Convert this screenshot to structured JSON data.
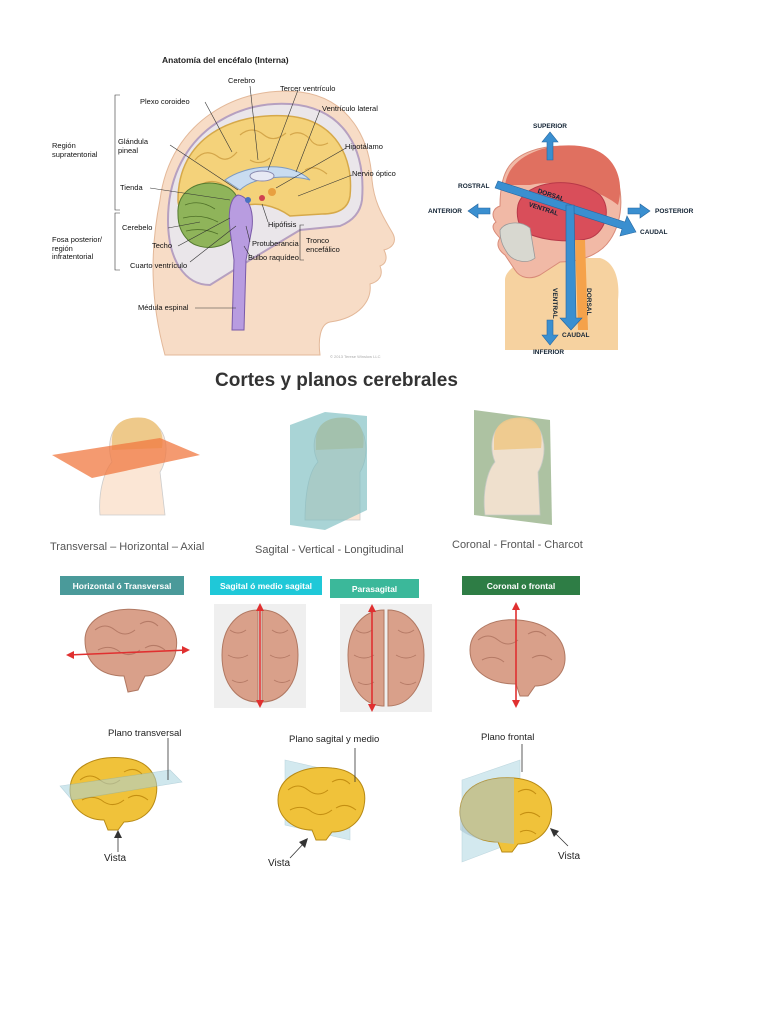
{
  "anatomy": {
    "title": "Anatomía del encéfalo (Interna)",
    "labels": {
      "cerebro": "Cerebro",
      "tercer_ventriculo": "Tercer ventrículo",
      "plexo_coroideo": "Plexo coroideo",
      "ventriculo_lateral": "Ventrículo lateral",
      "glandula_pineal": "Glándula\npineal",
      "region_supratentorial": "Región\nsupratentorial",
      "hipotalamo": "Hipotálamo",
      "nervio_optico": "Nervio óptico",
      "tienda": "Tienda",
      "cerebelo": "Cerebelo",
      "hipofisis": "Hipófisis",
      "techo": "Techo",
      "fosa_posterior": "Fosa posterior/\nregión\ninfratentorial",
      "protuberancia": "Protuberancia",
      "tronco_encefalico": "Tronco\nencefálico",
      "bulbo_raquideo": "Bulbo raquídeo",
      "cuarto_ventriculo": "Cuarto ventrículo",
      "medula_espinal": "Médula espinal"
    }
  },
  "directions": {
    "superior": "SUPERIOR",
    "rostral": "ROSTRAL",
    "anterior": "ANTERIOR",
    "posterior": "POSTERIOR",
    "dorsal": "DORSAL",
    "ventral": "VENTRAL",
    "caudal_h": "CAUDAL",
    "ventral_v": "VENTRAL",
    "dorsal_v": "DORSAL",
    "caudal_v": "CAUDAL",
    "inferior": "INFERIOR"
  },
  "section_title": "Cortes y planos cerebrales",
  "captions": {
    "transversal": "Transversal – Horizontal – Axial",
    "sagital": "Sagital - Vertical - Longitudinal",
    "coronal": "Coronal - Frontal - Charcot"
  },
  "badges": [
    {
      "label": "Horizontal ó Transversal",
      "color": "#4a9a9a"
    },
    {
      "label": "Sagital ó medio sagital",
      "color": "#1fc8d8"
    },
    {
      "label": "Parasagital",
      "color": "#3bb89a"
    },
    {
      "label": "Coronal o frontal",
      "color": "#2e7d45"
    }
  ],
  "planes": {
    "transversal": "Plano transversal",
    "sagital": "Plano sagital y medio",
    "frontal": "Plano frontal",
    "vista": "Vista"
  },
  "colors": {
    "brain_pink": "#d9a08a",
    "brain_yellow": "#f0c23a",
    "arrow_blue": "#3a8fd0",
    "head_red": "#e07060",
    "skin": "#f5d7b8",
    "cut_red": "#e03030"
  }
}
